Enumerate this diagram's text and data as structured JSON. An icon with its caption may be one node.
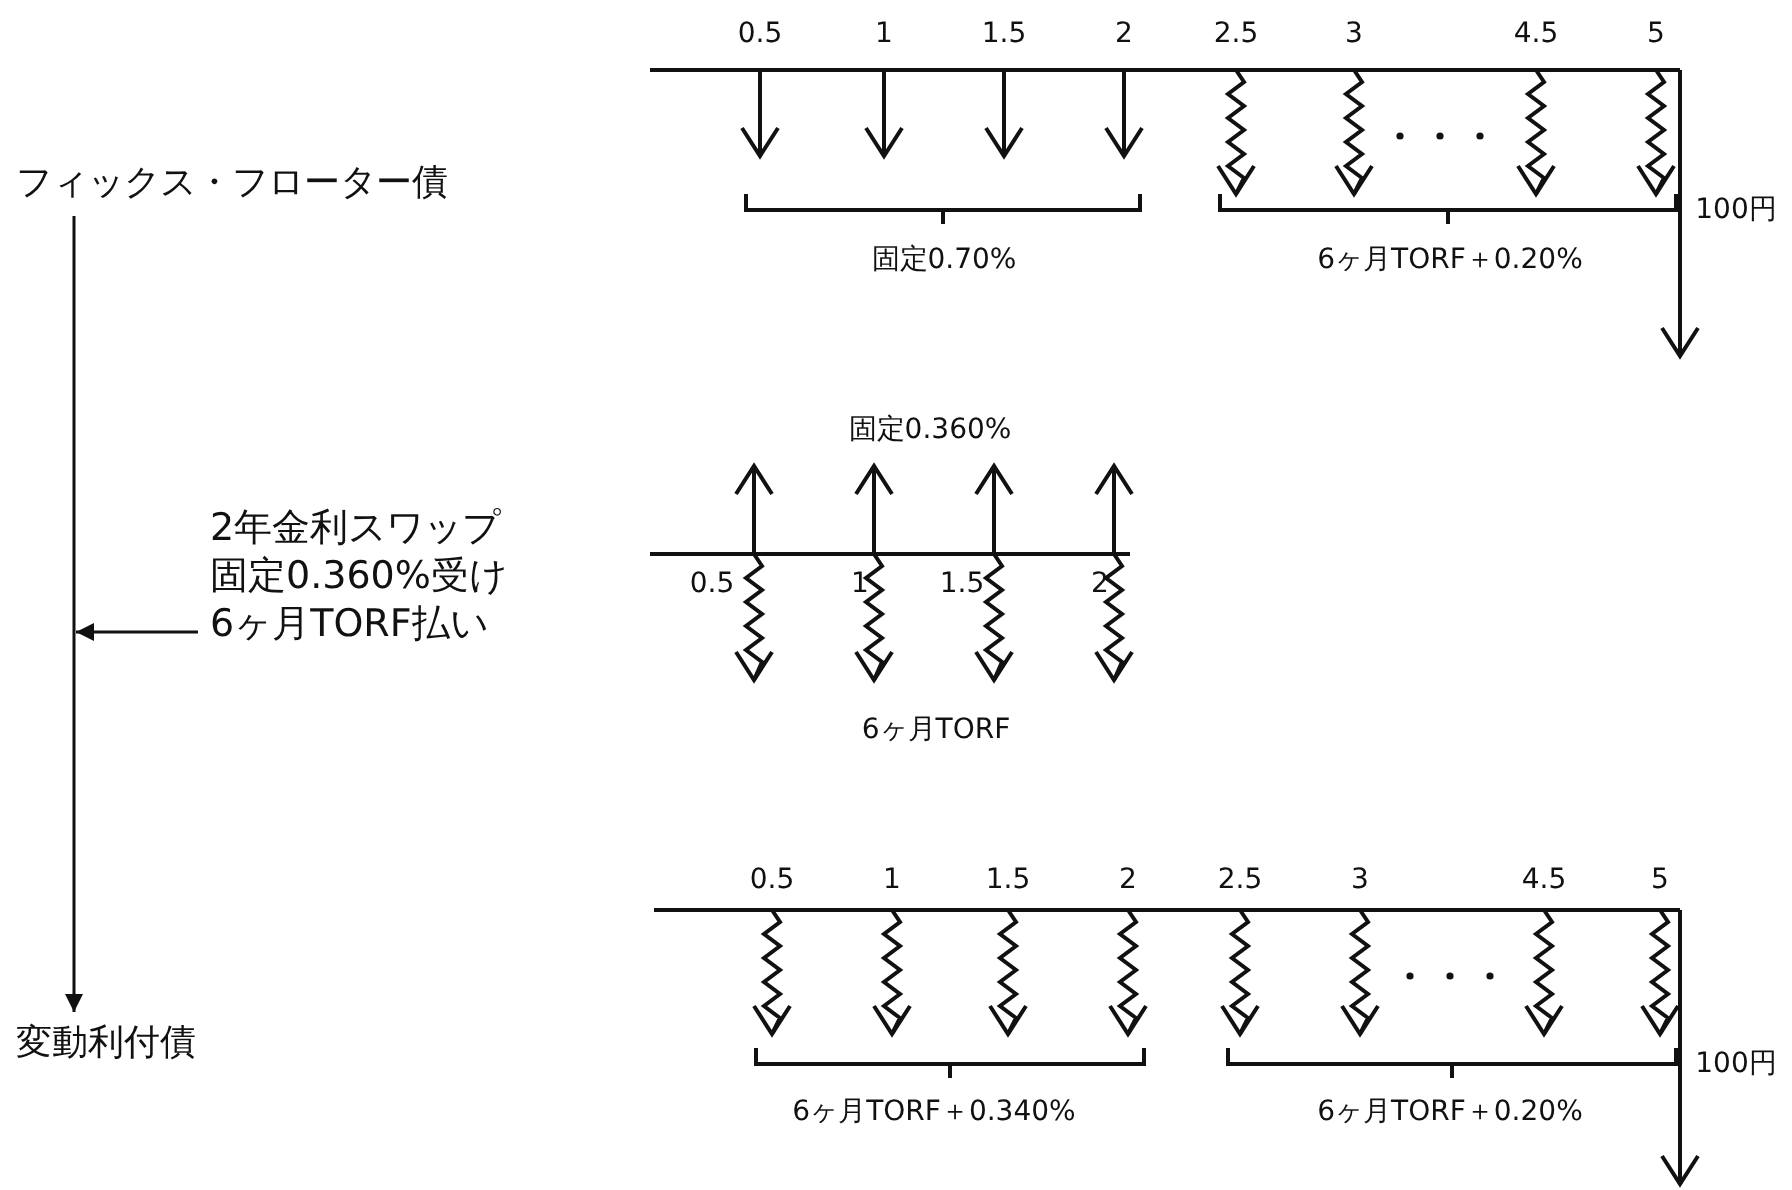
{
  "diagram": {
    "nodes": [
      {
        "text": [
          "フィックス・フローター債"
        ]
      },
      {
        "text": [
          "変動利付債"
        ]
      },
      {
        "text": [
          "2年金利スワップ固定0.360%受け6ヶ月TORF払い"
        ]
      }
    ],
    "edges": [
      {
        "from": 0,
        "to": 1,
        "arrow": "to"
      },
      {
        "from": 2,
        "to": null,
        "arrow": "to"
      }
    ],
    "labels": [
      "0.5",
      "1",
      "1.5",
      "2",
      "2.5",
      "3",
      "4.5",
      "5",
      "固定0.70%",
      "6ヶ月TORF＋0.20%",
      "100円",
      "固定0.360%",
      "0.5",
      "1",
      "1.5",
      "2",
      "6ヶ月TORF",
      "0.5",
      "1",
      "1.5",
      "2",
      "2.5",
      "3",
      "4.5",
      "5",
      "6ヶ月TORF＋0.340%",
      "6ヶ月TORF＋0.20%",
      "100円"
    ]
  }
}
